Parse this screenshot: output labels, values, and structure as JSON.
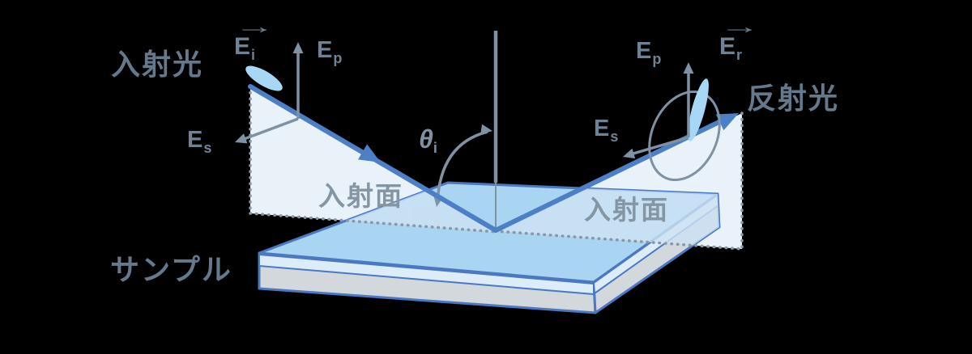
{
  "figure_type": "ellipsometry-reflection-diagram",
  "colors": {
    "background": "#000000",
    "ray_blue": "#4d7fc7",
    "plane_fill": "#e9f1f9",
    "plane_overlap_tint": "#cde2f3",
    "slab_top": "#a9d5f2",
    "slab_outline": "#4a78c2",
    "substrate_gray": "#d3d8dc",
    "film_light": "#dcecf8",
    "gray_stroke": "#7e92a3",
    "dotted_gray": "#8a98a5",
    "petal_blue": "#a6d7f5",
    "text_gray": "#64798c"
  },
  "glyphs": {
    "vector_arrow": "→"
  },
  "labels": {
    "incident_light": "入射光",
    "reflected_light": "反射光",
    "incidence_plane_left": "入射面",
    "incidence_plane_right": "入射面",
    "sample": "サンプル",
    "e_incident": {
      "base": "E",
      "sub": "i"
    },
    "e_reflected": {
      "base": "E",
      "sub": "r"
    },
    "ep_incident": {
      "base": "E",
      "sub": "p"
    },
    "es_incident": {
      "base": "E",
      "sub": "s"
    },
    "ep_reflected": {
      "base": "E",
      "sub": "p"
    },
    "es_reflected": {
      "base": "E",
      "sub": "s"
    },
    "theta_incident": {
      "base": "θ",
      "sub": "i"
    }
  }
}
